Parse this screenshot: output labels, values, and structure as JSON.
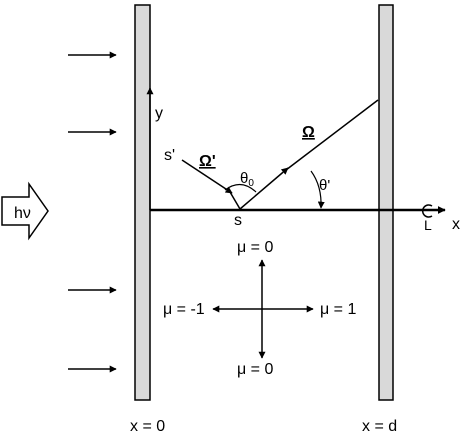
{
  "incident_label": "hν",
  "axes": {
    "x": "x",
    "y": "y"
  },
  "points": {
    "s": "s",
    "s_prime": "s'"
  },
  "directions": {
    "omega": "Ω",
    "omega_prime": "Ω'"
  },
  "angles": {
    "theta0": "θ",
    "theta0_sub": "0",
    "theta_prime": "θ'"
  },
  "centerline": "L",
  "mu": {
    "top": "μ = 0",
    "bottom": "μ = 0",
    "left": "μ = -1",
    "right": "μ = 1"
  },
  "boundaries": {
    "left": "x = 0",
    "right": "x = d"
  }
}
